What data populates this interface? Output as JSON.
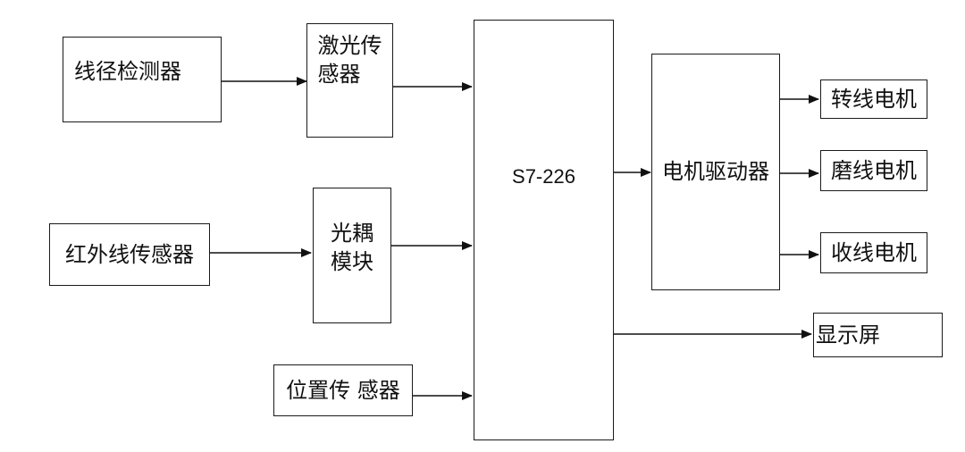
{
  "nodes": {
    "wire_diameter_detector": "线径检测器",
    "laser_sensor_line1": "激光传",
    "laser_sensor_line2": "感器",
    "infrared_sensor": "红外线传感器",
    "optocoupler_line1": "光耦",
    "optocoupler_line2": "模块",
    "position_sensor": "位置传 感器",
    "plc": "S7-226",
    "motor_driver": "电机驱动器",
    "rotate_motor": "转线电机",
    "grind_motor": "磨线电机",
    "winding_motor": "收线电机",
    "display": "显示屏"
  },
  "edges": [
    {
      "from": "wire_diameter_detector",
      "to": "laser_sensor"
    },
    {
      "from": "laser_sensor",
      "to": "plc"
    },
    {
      "from": "infrared_sensor",
      "to": "optocoupler"
    },
    {
      "from": "optocoupler",
      "to": "plc"
    },
    {
      "from": "position_sensor",
      "to": "plc"
    },
    {
      "from": "plc",
      "to": "motor_driver"
    },
    {
      "from": "plc",
      "to": "display"
    },
    {
      "from": "motor_driver",
      "to": "rotate_motor"
    },
    {
      "from": "motor_driver",
      "to": "grind_motor"
    },
    {
      "from": "motor_driver",
      "to": "winding_motor"
    }
  ]
}
